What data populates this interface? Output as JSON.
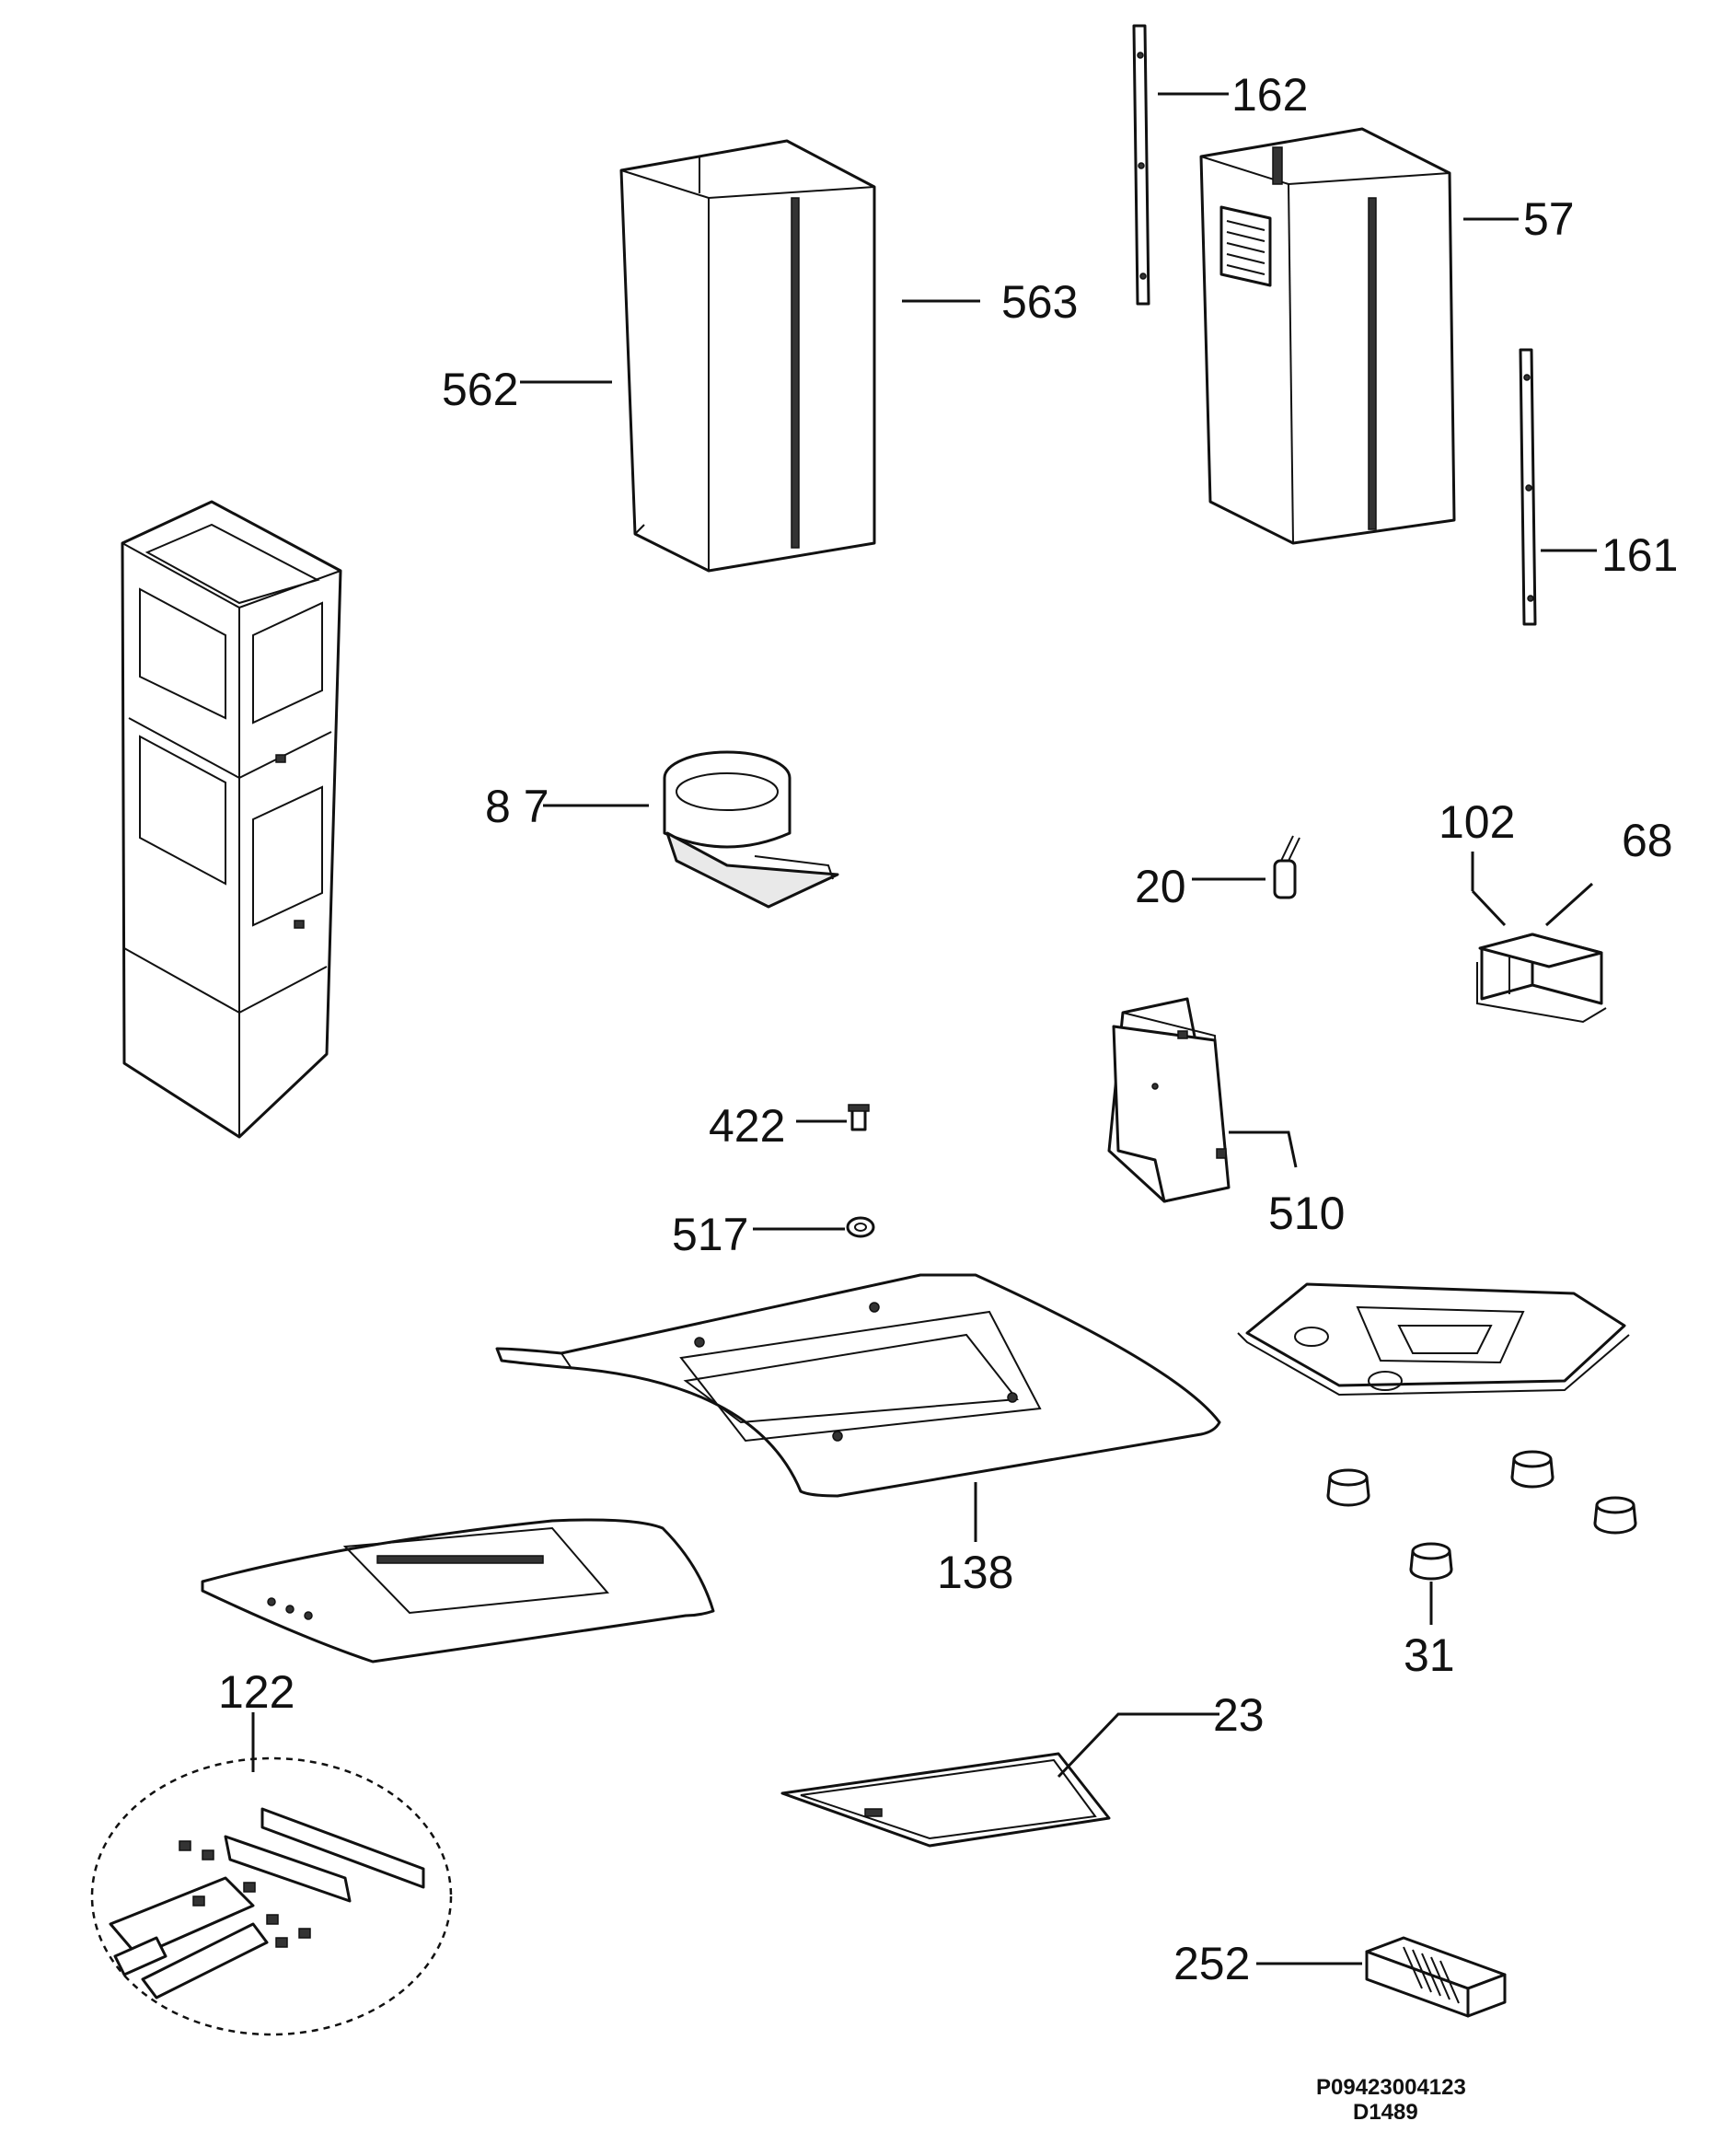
{
  "labels": {
    "l162": "162",
    "l57": "57",
    "l563": "563",
    "l562": "562",
    "l161": "161",
    "l87": "8 7",
    "l102": "102",
    "l68": "68",
    "l20": "20",
    "l422": "422",
    "l510": "510",
    "l517": "517",
    "l138": "138",
    "l31": "31",
    "l122": "122",
    "l23": "23",
    "l252": "252"
  },
  "footer": {
    "code": "P09423004123",
    "sub": "D1489"
  }
}
